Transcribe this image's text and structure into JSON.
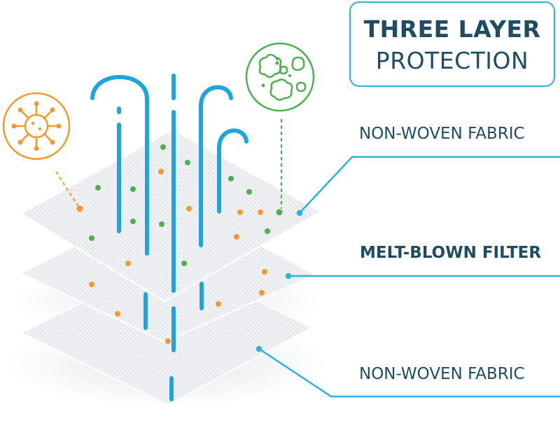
{
  "title": {
    "line1": "THREE LAYER",
    "line2": "PROTECTION"
  },
  "layers": [
    {
      "label": "NON-WOVEN FABRIC",
      "emphasis": false
    },
    {
      "label": "MELT-BLOWN FILTER",
      "emphasis": true
    },
    {
      "label": "NON-WOVEN FABRIC",
      "emphasis": false
    }
  ],
  "icons": {
    "left": "virus-icon",
    "right": "dust-particles-icon"
  },
  "colors": {
    "accent": "#2bb3e0",
    "text": "#1d4c63",
    "virus": "#f39a2c",
    "dust": "#4caf50"
  }
}
